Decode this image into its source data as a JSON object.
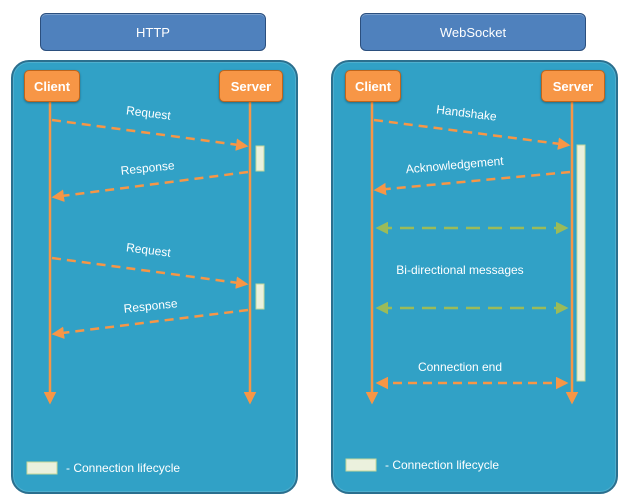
{
  "left": {
    "title": "HTTP",
    "client": "Client",
    "server": "Server",
    "request1": "Request",
    "response1": "Response",
    "request2": "Request",
    "response2": "Response",
    "legend": "- Connection lifecycle"
  },
  "right": {
    "title": "WebSocket",
    "client": "Client",
    "server": "Server",
    "handshake": "Handshake",
    "acknowledgement": "Acknowledgement",
    "bidirectional": "Bi-directional messages",
    "connection_end": "Connection end",
    "legend": "- Connection lifecycle"
  },
  "colors": {
    "panel": "#31a1c6",
    "header": "#4f81bd",
    "actor": "#f79646",
    "arrow": "#f79646",
    "bidirectional_arrow": "#9bbb59",
    "lifecycle_bar": "#ebf1dd"
  }
}
